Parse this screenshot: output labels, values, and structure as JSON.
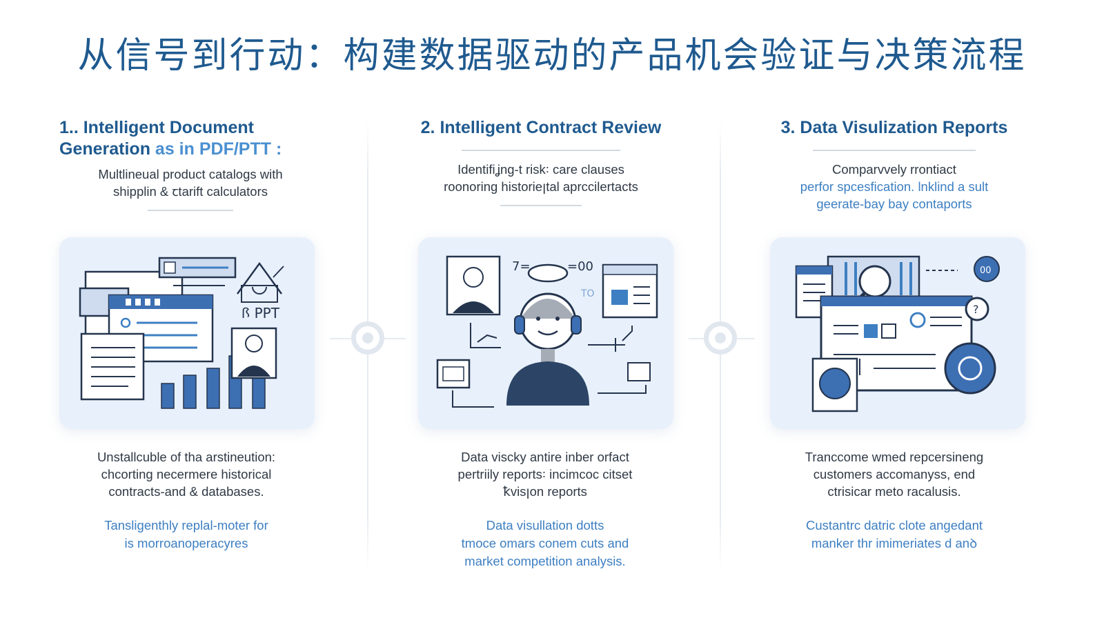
{
  "title": "从信号到行动：构建数据驱动的产品机会验证与决策流程",
  "columns": [
    {
      "title_line1": "1.. Intelligent Document",
      "title_line2_a": "Generation",
      "title_line2_b": " as in PDF/PTT :",
      "subtitle": [
        "Multlineual product catalogs with",
        "shipplin & ꞇtarift calculators"
      ],
      "card_label": "ꟗ PPT",
      "desc": [
        "Unstallcuble of tha arstineution:",
        "chcorting necermere historical",
        "contracts-and & databases."
      ],
      "desc_blue": [
        "Tansligenthly replal-moter for",
        "is morroanoperacyres"
      ]
    },
    {
      "title": "2. Intelligent Contract Review",
      "subtitle": [
        "Identifiʝng-t risk꞉ care clauses",
        "roonoring historieꞁtal aprccilertacts"
      ],
      "card_label_a": "7=",
      "card_label_b": "=00",
      "card_label_c": "TO",
      "desc": [
        "Data viscky antire inber orfact",
        "pertriily reports꞉ incimcoc citset",
        "ꝁvisꞁon reports"
      ],
      "desc_blue": [
        "Data visullation dotts",
        "tmoce omars conem cuts and",
        "market competition analysis."
      ]
    },
    {
      "title": "3. Data Visulization Reports",
      "subtitle_dark": "Comparvvely rrontiact",
      "subtitle_blue": [
        "perfor spcesfication. lnklind a sult",
        "geerate-bay bay contaports"
      ],
      "card_label": "00",
      "desc": [
        "Tranccome wmed repcersineng",
        "customers accomanyss, end",
        "ctrisicar meto racalusis."
      ],
      "desc_blue": [
        "Custantrc datric clote angedant",
        "manker thr imimeriates d anꝺ"
      ]
    }
  ]
}
